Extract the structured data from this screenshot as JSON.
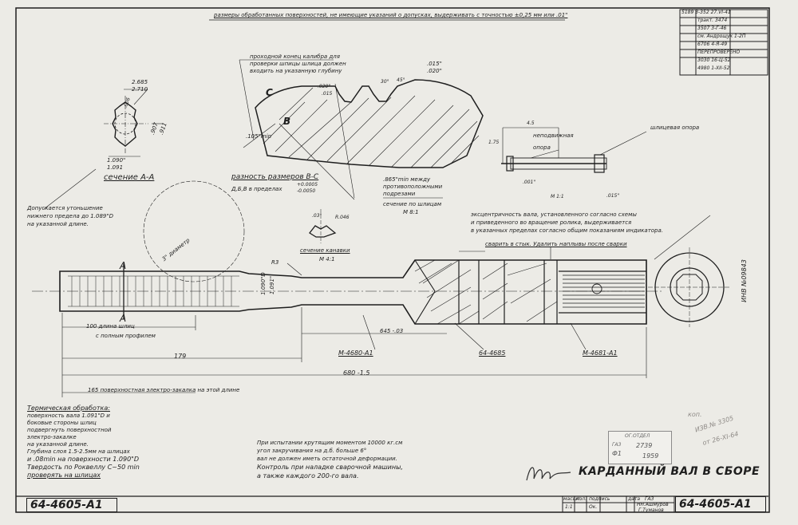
{
  "header": {
    "note": "размеры обработанных поверхностей, не имеющие указаний о допусках, выдерживать с точностью ±0,25 мм или .01\"",
    "revisions": [
      {
        "n": "5189",
        "d": "3-352",
        "date": "27.VI-41"
      },
      {
        "n": "",
        "d": "тракт.",
        "date": "3474"
      },
      {
        "n": "",
        "d": "3507",
        "date": "3-Г-46"
      },
      {
        "n": "",
        "d": "см. Андрощук",
        "date": "1-2П"
      },
      {
        "n": "",
        "d": "6706",
        "date": "4-Я-49"
      },
      {
        "n": "",
        "d": "ПЕРЕПРОВЕРЕНО",
        "date": ""
      },
      {
        "n": "",
        "d": "3030",
        "date": "16-Ц-52"
      },
      {
        "n": "",
        "d": "4980",
        "date": "1-XII-52"
      }
    ]
  },
  "sections": {
    "aa_title": "сечение А-А",
    "aa_dims": [
      "2.685",
      "2.710",
      ".006",
      ".907",
      ".911",
      "1.090\"",
      "1.091"
    ],
    "bc_title": "разность размеров В-С",
    "bc_text": "Д,Б,В в пределах",
    "bc_tol": [
      "+0.0005",
      "-0.0050"
    ],
    "caliper_note": [
      "проходной конец калибра для",
      "проверки шпицы шлица должен",
      "входить на указанную глубину"
    ],
    "caliper_dims": [
      ".015\"",
      ".020\"",
      ".020\"",
      ".015",
      "30°",
      "45°",
      ".105\"min"
    ],
    "letters": [
      "C",
      "B"
    ],
    "spline_note": [
      ".865\"min между",
      "противоположными",
      "подрезами"
    ],
    "spline_section": "сечение по шлицам",
    "spline_scale": "М 8:1",
    "groove_title": "сечение канавки",
    "groove_scale": "М 4:1",
    "groove_dims": [
      ".03\"",
      "R.046"
    ],
    "support_label": "шлицевая опора",
    "support_nonrot": [
      "неподвижная",
      "опора"
    ],
    "support_dims": [
      "4.5",
      "1.75",
      ".001\"",
      ".015\"",
      "М 1:1"
    ],
    "diam": "3\" диаметр",
    "side_label": "ИНВ №09843"
  },
  "notes": {
    "lower_limit": [
      "Допускается утоньшение",
      "нижнего предела до 1.089\"D",
      "на указанной длине."
    ],
    "eccentricity": [
      "эксцентричность вала, установленного согласно схемы",
      "и приведенного во вращение ролика, выдерживается",
      "в указанных пределах согласно общим показаниям индикатора."
    ],
    "weld": "сварить в стык. Удалить наплывы после сварки",
    "spline_length": [
      "100 длина шлиц",
      "с полным профилем"
    ],
    "hardening_len": "165   поверхностная электро-закалка на этой длине",
    "thermal": [
      "Термическая обработка:",
      "поверхность вала 1.091\"D и",
      "боковые стороны шлиц",
      "подвергнуть поверхностной",
      "электро-закалке",
      "на указанной длине.",
      "Глубина слоя 1.5-2.5мм на шлицах",
      "и .08min на поверхности 1.090\"D",
      "Твердость по Роквеллу С~50 min",
      "проверять на шлицах"
    ],
    "test": [
      "При испытании крутящим моментом 10000 кг.см",
      "угол закручивания на д.б. больше 6°",
      "вал не должен иметь остаточной деформации.",
      "Контроль при наладке сварочной машины,",
      "а также каждого 200-го вала."
    ]
  },
  "dimensions": {
    "r3": "R3",
    "d1": "1.090\"D",
    "d2": "1.091\"",
    "l645": "645 -.03",
    "l179": "179",
    "l680": "680 -1.5",
    "sect_a": "A"
  },
  "parts": {
    "p1": "М-4680-А1",
    "p2": "64-4685",
    "p3": "М-4681-А1"
  },
  "title_block": {
    "part_number": "64-4605-А1",
    "part_number_right": "64-4605-А1",
    "title": "КАРДАННЫЙ ВАЛ В СБОРЕ",
    "cols": [
      "масшт",
      "кол.",
      "подпись",
      "дата"
    ],
    "scale": "1:1",
    "org": "ГАЗ",
    "ok": "Ок.",
    "inspector": [
      "НН.Ашмуров",
      "Г.Туманов"
    ]
  },
  "stamp": {
    "title": "ОГ.ОТДЕЛ",
    "line": "ГАЗ",
    "nums": [
      "Ф1",
      "2739",
      "1959"
    ]
  },
  "pencil": [
    "коп.",
    "ИЗВ.№ 3305",
    "от 26-ХI-64"
  ]
}
